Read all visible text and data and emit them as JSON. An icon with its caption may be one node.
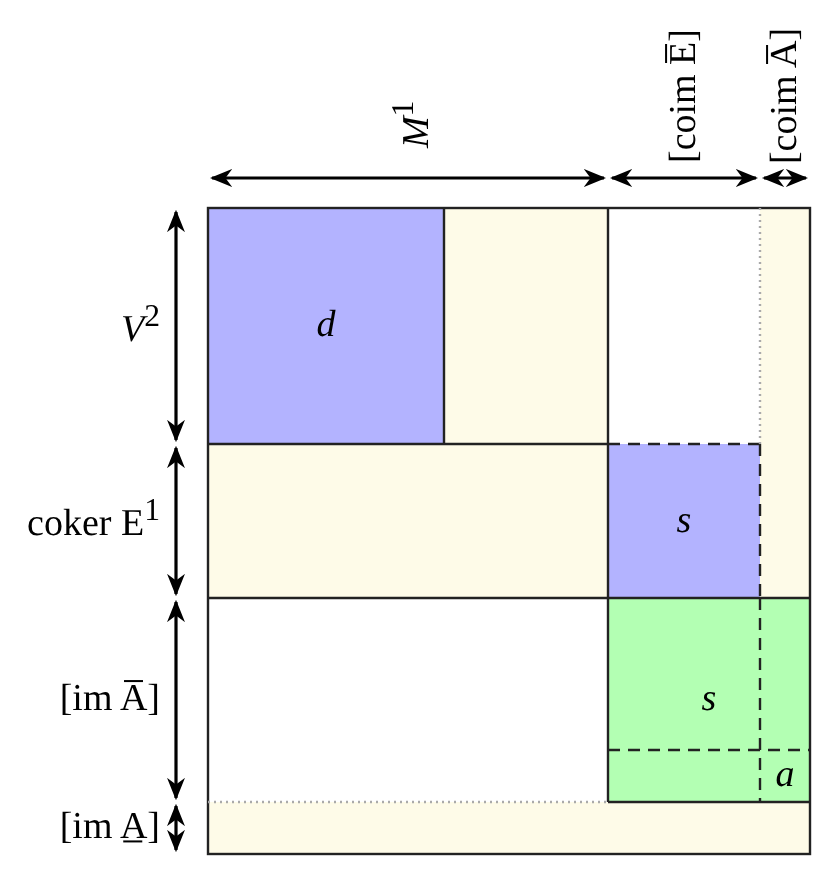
{
  "diagram": {
    "nodes": [
      {
        "text": [
          "*d*"
        ]
      },
      {
        "text": [
          "*s*"
        ]
      },
      {
        "text": [
          "*s*"
        ]
      },
      {
        "text": [
          "*a*"
        ],
        "in": 2
      }
    ],
    "labels": [
      "*M*$^{1}$",
      "[coim E̅]",
      "[coim A̅]",
      "*V*$^{2}$",
      "coker E$^{1}$",
      "[im A̅]",
      "[im A̲]"
    ]
  }
}
